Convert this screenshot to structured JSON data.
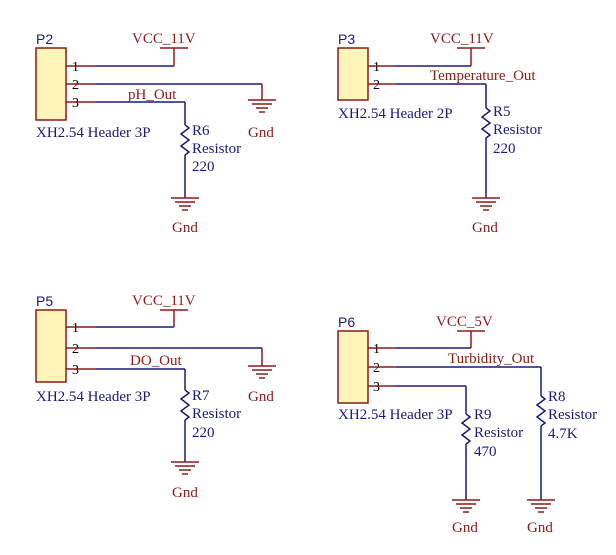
{
  "colors": {
    "wire": "#1a1a7a",
    "wire_red": "#8b1a1a",
    "net_label": "#8b1a1a",
    "designator": "#1a1a7a",
    "connector_fill": "#fff5b8",
    "connector_stroke": "#8b1a1a",
    "text": "#1a1a7a",
    "pin_number": "#000000"
  },
  "connectors": {
    "p2": {
      "designator": "P2",
      "comment": "XH2.54 Header 3P",
      "pins": [
        "1",
        "2",
        "3"
      ]
    },
    "p3": {
      "designator": "P3",
      "comment": "XH2.54 Header 2P",
      "pins": [
        "1",
        "2"
      ]
    },
    "p5": {
      "designator": "P5",
      "comment": "XH2.54 Header 3P",
      "pins": [
        "1",
        "2",
        "3"
      ]
    },
    "p6": {
      "designator": "P6",
      "comment": "XH2.54 Header 3P",
      "pins": [
        "1",
        "2",
        "3"
      ]
    }
  },
  "resistors": {
    "r5": {
      "designator": "R5",
      "comment": "Resistor",
      "value": "220"
    },
    "r6": {
      "designator": "R6",
      "comment": "Resistor",
      "value": "220"
    },
    "r7": {
      "designator": "R7",
      "comment": "Resistor",
      "value": "220"
    },
    "r8": {
      "designator": "R8",
      "comment": "Resistor",
      "value": "4.7K"
    },
    "r9": {
      "designator": "R9",
      "comment": "Resistor",
      "value": "470"
    }
  },
  "power": {
    "p2_vcc": "VCC_11V",
    "p3_vcc": "VCC_11V",
    "p5_vcc": "VCC_11V",
    "p6_vcc": "VCC_5V"
  },
  "nets": {
    "ph_out": "pH_Out",
    "temperature_out": "Temperature_Out",
    "do_out": "DO_Out",
    "turbidity_out": "Turbidity_Out"
  },
  "grounds": {
    "p2_gnd": "Gnd",
    "r6_gnd": "Gnd",
    "r5_gnd": "Gnd",
    "p5_gnd": "Gnd",
    "r7_gnd": "Gnd",
    "r9_gnd": "Gnd",
    "r8_gnd": "Gnd"
  }
}
